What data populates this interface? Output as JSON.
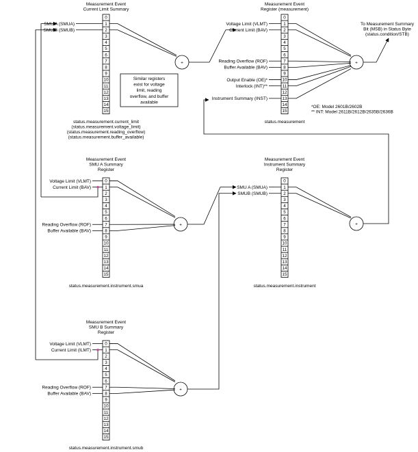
{
  "bit_numbers": [
    "0",
    "1",
    "2",
    "3",
    "4",
    "5",
    "6",
    "7",
    "8",
    "9",
    "10",
    "11",
    "12",
    "13",
    "14",
    "15"
  ],
  "sum_symbol": "+",
  "registers": {
    "current_limit": {
      "title": [
        "Measurement Event",
        "Current Limit Summary"
      ],
      "inputs": [
        "SMU A (SMUA)",
        "SMU B (SMUB)"
      ],
      "footer": [
        "status.measurement.current_limit",
        "(status.measurement.voltage_limit)",
        "(status.measurement.reading_overflow)",
        "(status.measurement.buffer_available)"
      ]
    },
    "measurement": {
      "title": [
        "Measurement Event",
        "Register (measurement)"
      ],
      "inputs": [
        "Voltage Limit (VLMT)",
        "Current Limit (BAV)",
        "Reading Overflow (ROF)",
        "Buffer Available (BAV)",
        "Output Enable (OE)*",
        "Interlock (INT)**",
        "Instrument Summary (INST)"
      ],
      "footer": [
        "status.measurement"
      ]
    },
    "smua": {
      "title": [
        "Measurement Event",
        "SMU A Summary",
        "Register"
      ],
      "inputs": [
        "Voltage Limit (VLMT)",
        "Current Limit (BAV)",
        "Reading Overflow (ROF)",
        "Buffer Available (BAV)"
      ],
      "footer": [
        "status.measurement.instrument.smua"
      ]
    },
    "instrument": {
      "title": [
        "Measurement Event",
        "Instrument Summary",
        "Register"
      ],
      "inputs": [
        "SMU A (SMUA)",
        "SMUB (SMUB)"
      ],
      "footer": [
        "status.measurement.instrument"
      ]
    },
    "smub": {
      "title": [
        "Measurement Event",
        "SMU B Summary",
        "Register"
      ],
      "inputs": [
        "Voltage Limit (VLMT)",
        "Current Limit (ILMT)",
        "Reading Overflow (ROF)",
        "Buffer Available (BAV)"
      ],
      "footer": [
        "status.measurement.instrument.smub"
      ]
    }
  },
  "note_box": [
    "Similar registers",
    "exist for voltage",
    "limit, reading",
    "overflow, and buffer",
    "available"
  ],
  "output_label": [
    "To Measurement Summary",
    "Bit (MSB) in Status Byte",
    "(status.condition/STB)"
  ],
  "footnotes": [
    "*OE: Model 2601B/2602B",
    "** INT: Model 2611B/2612B/2635B/2636B"
  ],
  "colors": {
    "line": "#000000",
    "junction": "#c0509a",
    "background": "#ffffff"
  }
}
